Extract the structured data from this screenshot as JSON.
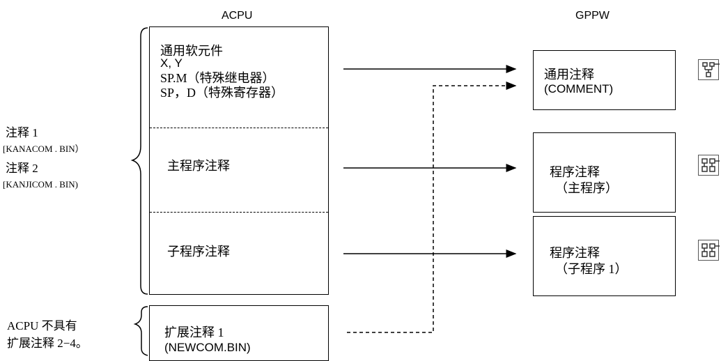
{
  "headers": {
    "left": "ACPU",
    "right": "GPPW"
  },
  "acpu_box": {
    "section1": [
      "通用软元件",
      "X, Y",
      "SP.M（特殊继电器）",
      "SP，D（特殊寄存器）"
    ],
    "section2": "主程序注释",
    "section3": "子程序注释"
  },
  "ext_box": {
    "line1": "扩展注释 1",
    "line2": "(NEWCOM.BIN)"
  },
  "left_labels": {
    "c1": "注释 1",
    "c1_file": "[KANACOM . BIN）",
    "c2": "注释 2",
    "c2_file": "[KANJICOM . BIN)",
    "note1": "ACPU 不具有",
    "note2": "扩展注释 2−4。"
  },
  "gppw_boxes": [
    {
      "line1": "通用注释",
      "line2": "(COMMENT)"
    },
    {
      "line1": "程序注释",
      "line2": "（主程序）"
    },
    {
      "line1": "程序注释",
      "line2": "（子程序 1）"
    }
  ],
  "icons": [
    "tree-icon",
    "program-icon",
    "program-icon"
  ]
}
